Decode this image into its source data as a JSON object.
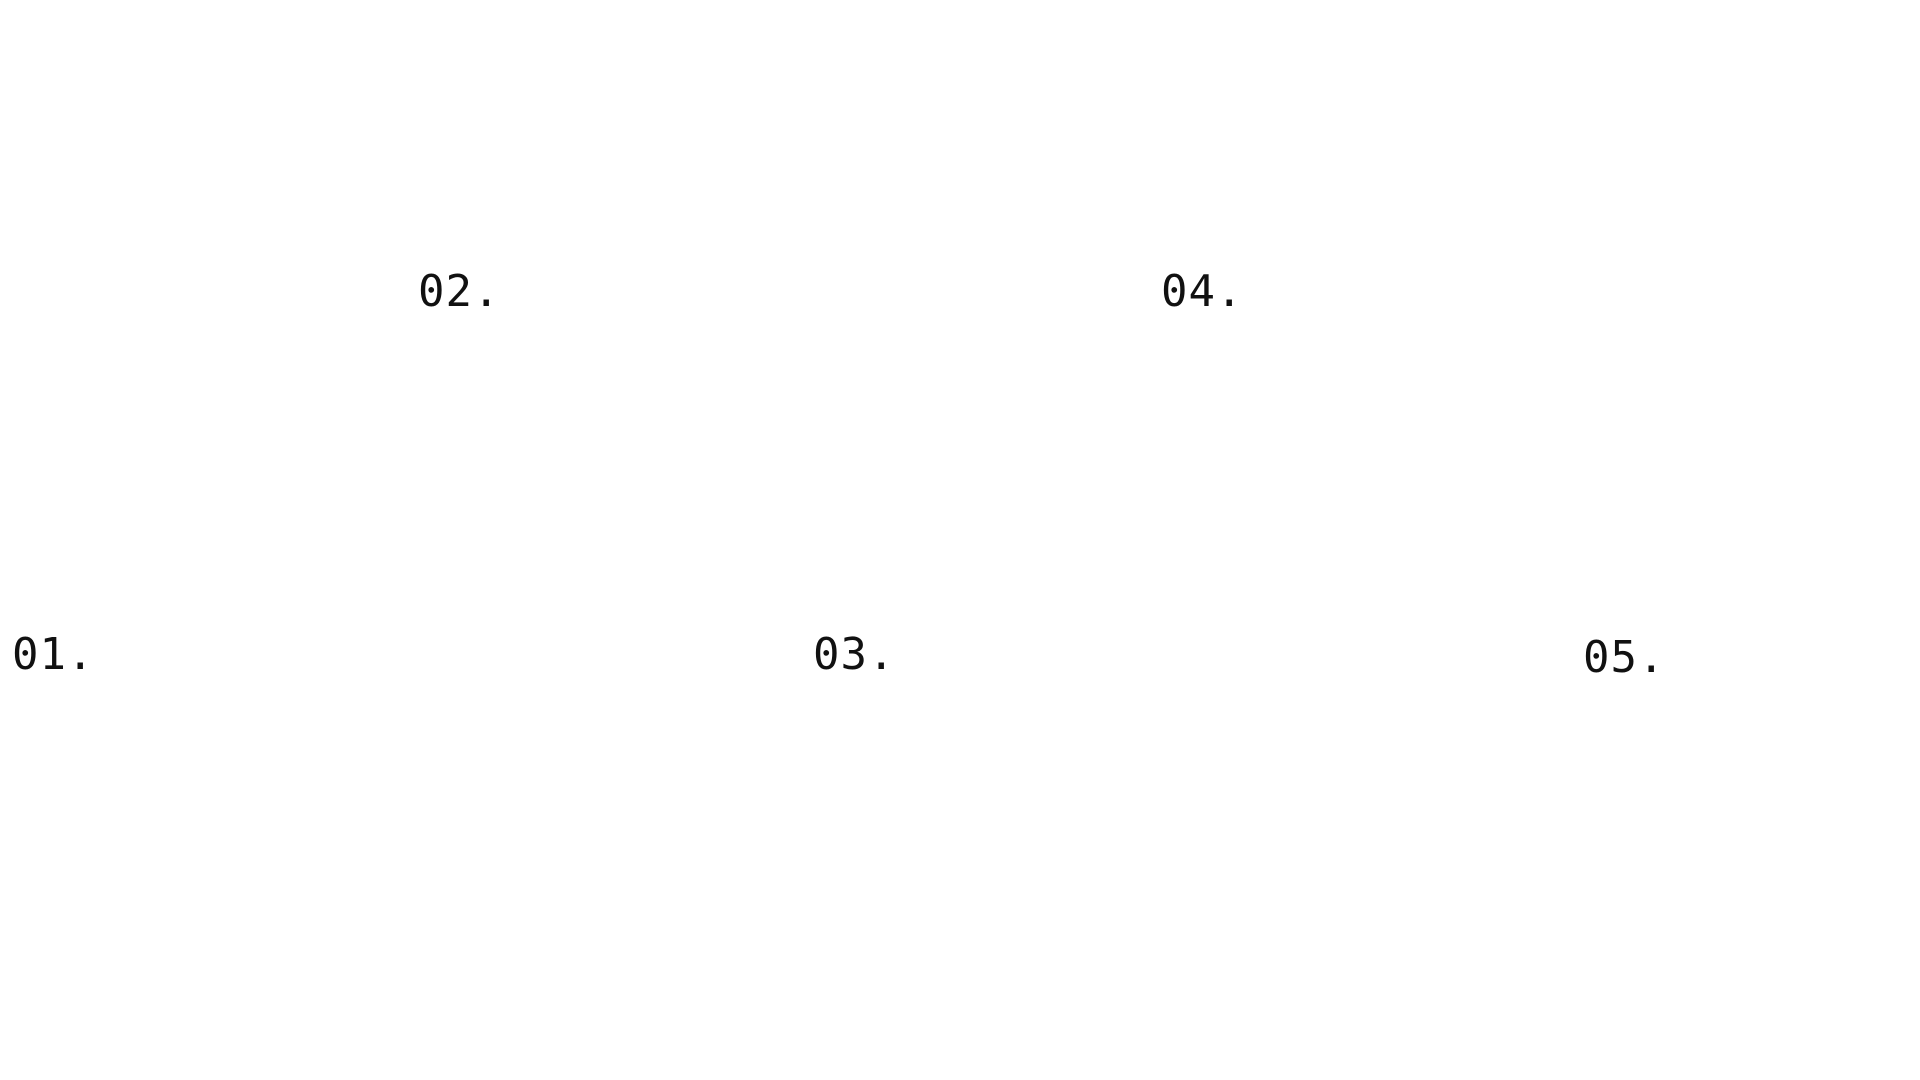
{
  "steps": [
    {
      "label": "01."
    },
    {
      "label": "02."
    },
    {
      "label": "03."
    },
    {
      "label": "04."
    },
    {
      "label": "05."
    }
  ]
}
